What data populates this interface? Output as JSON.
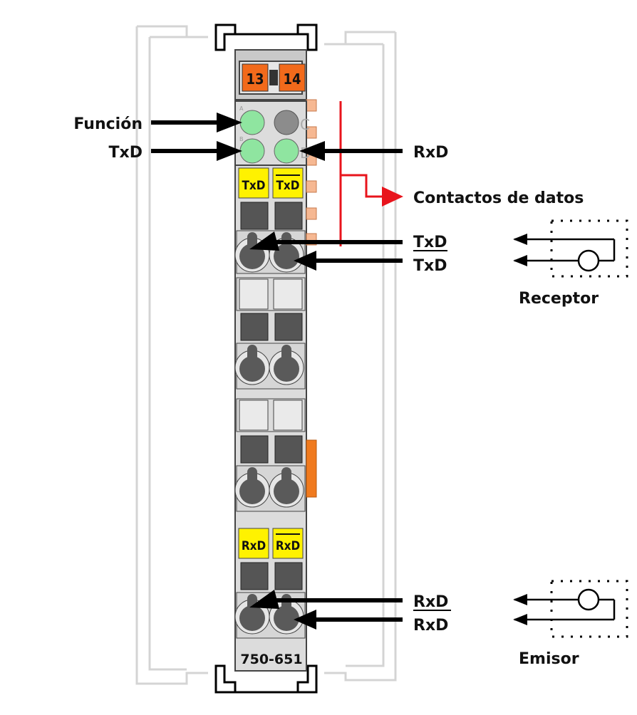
{
  "terminal_numbers": {
    "left": "13",
    "right": "14"
  },
  "led_letters": {
    "a": "A",
    "b": "B",
    "c": "C",
    "d": "D"
  },
  "slot_labels": {
    "txd": "TxD",
    "txd_bar": "TxD",
    "rxd": "RxD",
    "rxd_bar": "RxD"
  },
  "part_number": "750-651",
  "callouts": {
    "funcion": "Función",
    "txd_led": "TxD",
    "rxd_led": "RxD",
    "contactos": "Contactos de datos",
    "txd_upper": "TxD",
    "txd_lower": "TxD",
    "rxd_upper": "RxD",
    "rxd_lower": "RxD"
  },
  "sub_labels": {
    "receptor": "Receptor",
    "emisor": "Emisor"
  },
  "colors": {
    "led_green": "#8FE5A0",
    "led_grey": "#8C8C8C",
    "terminal_orange": "#F26A1B",
    "label_yellow": "#FFF200",
    "contact_red": "#E8141C",
    "body_grey": "#DCDCDC"
  }
}
